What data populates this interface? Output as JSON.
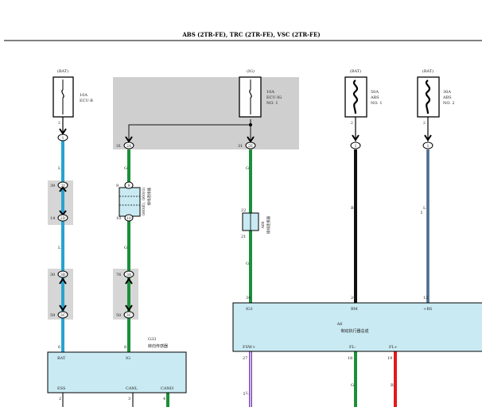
{
  "title": "ABS (2TR-FE), TRC (2TR-FE), VSC (2TR-FE)",
  "fuses": [
    {
      "source": "(BAT)",
      "rating": "10A",
      "name": "ECU-B",
      "pin": "2",
      "junction": "1"
    },
    {
      "source": "(IG)",
      "rating": "10A",
      "name": "ECU-IG",
      "name2": "NO. 1",
      "pin": "2",
      "junction": "2E"
    },
    {
      "source": "(BAT)",
      "rating": "50A",
      "name": "ABS",
      "name2": "NO. 1",
      "pin": "2",
      "junction": "1"
    },
    {
      "source": "(BAT)",
      "rating": "30A",
      "name": "ABS",
      "name2": "NO. 2",
      "pin": "2",
      "junction": "1"
    }
  ],
  "pins": {
    "p31a": "31",
    "c2A": "2A",
    "p31b": "31",
    "p39": "39",
    "c2J": "2J",
    "p14": "14",
    "c2D": "2D",
    "p30": "30",
    "c3B": "3B",
    "p59": "59",
    "c3C": "3C",
    "p6": "6",
    "p9": "9",
    "c9": "9",
    "p10": "10",
    "c10": "10",
    "p76": "76",
    "c3A": "3A",
    "p50": "50",
    "c3Cb": "3C",
    "p8": "8",
    "p22": "22",
    "p21": "21",
    "p34": "34",
    "p24": "24",
    "p12": "12",
    "p27": "27",
    "p18": "18",
    "p19": "19",
    "p4": "4",
    "p3": "3",
    "p2": "2"
  },
  "wire_colors": {
    "w1": "L",
    "w2": "G",
    "w3": "G",
    "w4": "G",
    "w5": "G",
    "w6": "B",
    "w7": "L",
    "w8": "L",
    "w9": "G",
    "w10": "R",
    "w11": "G",
    "w12": "L"
  },
  "connectors": {
    "g60": {
      "code": "G60(E), G60(G)",
      "name": "接线连接器"
    },
    "a66": {
      "code": "A66",
      "name": "接线连接器"
    }
  },
  "g33": {
    "code": "G33",
    "name": "转向传感器",
    "pins": {
      "bat": "BAT",
      "ig": "IG",
      "ess": "ESS",
      "canl": "CANL",
      "canh": "CANH"
    }
  },
  "a6": {
    "code": "A6",
    "name": "制动执行器总成",
    "pins": {
      "ig1": "IG1",
      "bm": "BM",
      "bs": "+BS",
      "fsw": "FSW+",
      "fl_minus": "FL-",
      "fl_plus": "FL+"
    }
  },
  "colors": {
    "blue": "#29a3cf",
    "green": "#1b8f3a",
    "black": "#111111",
    "red": "#e21a1a",
    "violet": "#7a3fb0",
    "box": "#c9eaf2",
    "shade": "#cfcfcf"
  }
}
